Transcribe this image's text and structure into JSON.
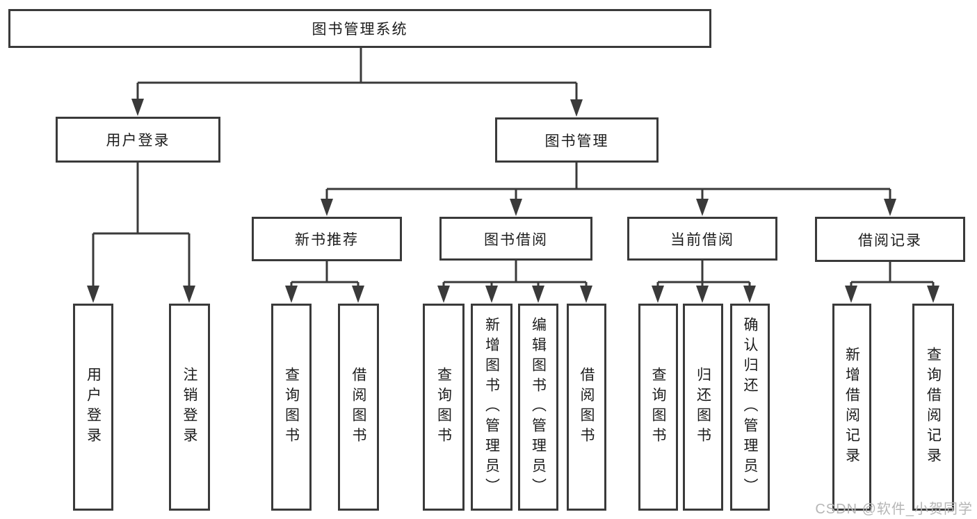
{
  "tree": {
    "label": "图书管理系统",
    "children": [
      {
        "label": "用户登录",
        "children": [
          {
            "label": "用户登录"
          },
          {
            "label": "注销登录"
          }
        ]
      },
      {
        "label": "图书管理",
        "children": [
          {
            "label": "新书推荐",
            "children": [
              {
                "label": "查询图书"
              },
              {
                "label": "借阅图书"
              }
            ]
          },
          {
            "label": "图书借阅",
            "children": [
              {
                "label": "查询图书"
              },
              {
                "label": "新增图书（管理员）"
              },
              {
                "label": "编辑图书（管理员）"
              },
              {
                "label": "借阅图书"
              }
            ]
          },
          {
            "label": "当前借阅",
            "children": [
              {
                "label": "查询图书"
              },
              {
                "label": "归还图书"
              },
              {
                "label": "确认归还（管理员）"
              }
            ]
          },
          {
            "label": "借阅记录",
            "children": [
              {
                "label": "新增借阅记录"
              },
              {
                "label": "查询借阅记录"
              }
            ]
          }
        ]
      }
    ]
  },
  "watermark": {
    "text": "CSDN @软件_小贺同学"
  },
  "colors": {
    "line": "#3a3a3a",
    "text": "#1c1c1c",
    "watermark": "#b6b6b6",
    "background": "#ffffff"
  }
}
